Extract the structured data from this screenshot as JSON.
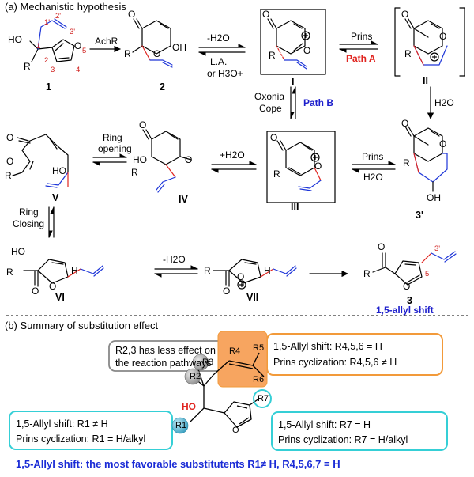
{
  "section_a": {
    "heading": "(a) Mechanistic hypothesis"
  },
  "section_b": {
    "heading": "(b) Summary of substitution effect"
  },
  "compounds": {
    "c1": "1",
    "c2": "2",
    "cI": "I",
    "cII": "II",
    "cIII": "III",
    "cIV": "IV",
    "cV": "V",
    "cVI": "VI",
    "cVII": "VII",
    "c3": "3",
    "c3p": "3'"
  },
  "atom_labels": {
    "HO": "HO",
    "OH": "OH",
    "R": "R",
    "O": "O",
    "H": "H",
    "n1p": "1'",
    "n2p": "2'",
    "n3p": "3'",
    "n1": "1",
    "n2": "2",
    "n3": "3",
    "n4": "4",
    "n5": "5",
    "n3p_b": "3'",
    "n5_b": "5"
  },
  "arrow_labels": {
    "achr": "AchR",
    "minus_h2o": "-H2O",
    "la": "L.A.",
    "or_h3o": "or H3O+",
    "prins": "Prins",
    "path_a": "Path A",
    "path_b": "Path B",
    "oxonia": "Oxonia",
    "cope": "Cope",
    "h2o": "H2O",
    "plus_h2o": "+H2O",
    "ring": "Ring",
    "opening": "opening",
    "closing": "Closing",
    "minus_h2o_2": "-H2O"
  },
  "shift_label": "1,5-allyl shift",
  "boxes": {
    "grey": [
      "R2,3 has less effect on",
      "the reaction pathways"
    ],
    "orange": [
      "1,5-Allyl shift: R4,5,6 = H",
      "Prins cyclization: R4,5,6 ≠ H"
    ],
    "teal_left": [
      "1,5-Allyl shift: R1 ≠ H",
      "Prins cyclization: R1 = H/alkyl"
    ],
    "teal_right": [
      "1,5-Allyl shift: R7 = H",
      "Prins cyclization: R7 = H/alkyl"
    ]
  },
  "substituents": {
    "R1": "R1",
    "R2": "R2",
    "R3": "R3",
    "R4": "R4",
    "R5": "R5",
    "R6": "R6",
    "R7": "R7"
  },
  "summary_line": "1,5-Allyl shift: the most favorable substitutents R1≠ H, R4,5,6,7 = H",
  "colors": {
    "red_bond": "#e0241f",
    "blue_bond": "#1d35d8",
    "orange": "#f29a3a",
    "orange_fill": "#f7a560",
    "teal": "#35cfd6",
    "grey_box": "#888888",
    "grey_ball": "#9a9a9a",
    "teal_ball": "#3fa9c8"
  }
}
